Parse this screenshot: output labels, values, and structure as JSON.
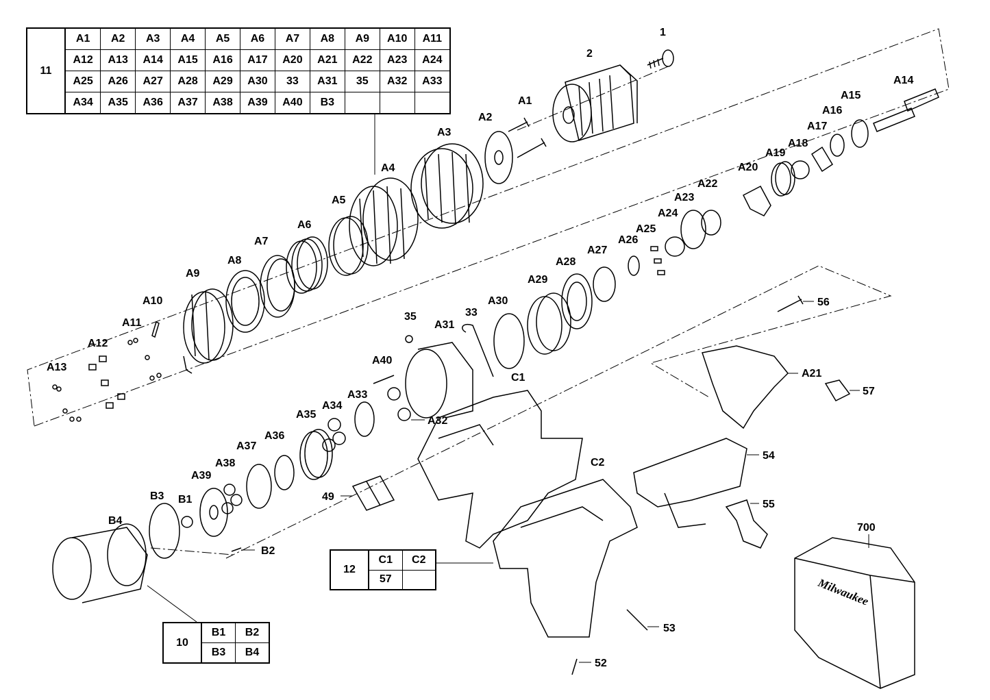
{
  "tables": {
    "kit_11": {
      "key": "11",
      "rows": [
        [
          "A1",
          "A2",
          "A3",
          "A4",
          "A5",
          "A6",
          "A7",
          "A8",
          "A9",
          "A10",
          "A11"
        ],
        [
          "A12",
          "A13",
          "A14",
          "A15",
          "A16",
          "A17",
          "A20",
          "A21",
          "A22",
          "A23",
          "A24"
        ],
        [
          "A25",
          "A26",
          "A27",
          "A28",
          "A29",
          "A30",
          "33",
          "A31",
          "35",
          "A32",
          "A33"
        ],
        [
          "A34",
          "A35",
          "A36",
          "A37",
          "A38",
          "A39",
          "A40",
          "B3",
          "",
          "",
          ""
        ]
      ]
    },
    "kit_12": {
      "key": "12",
      "rows": [
        [
          "C1",
          "C2"
        ],
        [
          "57",
          ""
        ]
      ]
    },
    "kit_10": {
      "key": "10",
      "rows": [
        [
          "B1",
          "B2"
        ],
        [
          "B3",
          "B4"
        ]
      ]
    }
  },
  "callouts": {
    "p1": "1",
    "p2": "2",
    "A1": "A1",
    "A2": "A2",
    "A3": "A3",
    "A4": "A4",
    "A5": "A5",
    "A6": "A6",
    "A7": "A7",
    "A8": "A8",
    "A9": "A9",
    "A10": "A10",
    "A11": "A11",
    "A12": "A12",
    "A13": "A13",
    "A14": "A14",
    "A15": "A15",
    "A16": "A16",
    "A17": "A17",
    "A18": "A18",
    "A19": "A19",
    "A20": "A20",
    "A21": "A21",
    "A22": "A22",
    "A23": "A23",
    "A24": "A24",
    "A25": "A25",
    "A26": "A26",
    "A27": "A27",
    "A28": "A28",
    "A29": "A29",
    "A30": "A30",
    "A31": "A31",
    "A32": "A32",
    "A33": "A33",
    "A34": "A34",
    "A35": "A35",
    "A36": "A36",
    "A37": "A37",
    "A38": "A38",
    "A39": "A39",
    "A40": "A40",
    "B1": "B1",
    "B2": "B2",
    "B3": "B3",
    "B4": "B4",
    "C1": "C1",
    "C2": "C2",
    "p33": "33",
    "p35": "35",
    "p49": "49",
    "p52": "52",
    "p53": "53",
    "p54": "54",
    "p55": "55",
    "p56": "56",
    "p57": "57",
    "p700": "700"
  },
  "case_logo": "Milwaukee"
}
